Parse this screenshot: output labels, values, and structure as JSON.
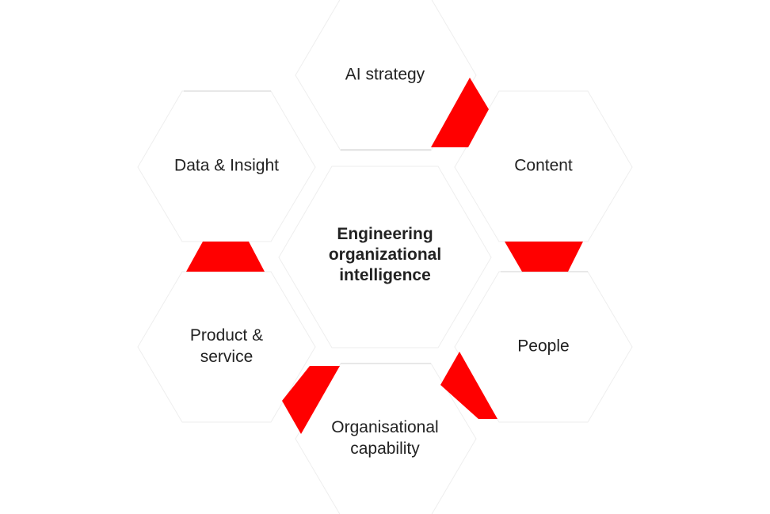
{
  "diagram": {
    "center": {
      "label": "Engineering\norganizational\nintelligence"
    },
    "nodes": [
      {
        "id": "ai-strategy",
        "label": "AI strategy"
      },
      {
        "id": "content",
        "label": "Content"
      },
      {
        "id": "people",
        "label": "People"
      },
      {
        "id": "organisational-capability",
        "label": "Organisational\ncapability"
      },
      {
        "id": "product-service",
        "label": "Product &\nservice"
      },
      {
        "id": "data-insight",
        "label": "Data & Insight"
      }
    ],
    "colors": {
      "accent": "#ff0000",
      "hex_stroke": "#eeeeee",
      "edge_line": "#d0d0d0",
      "text": "#222222"
    }
  }
}
